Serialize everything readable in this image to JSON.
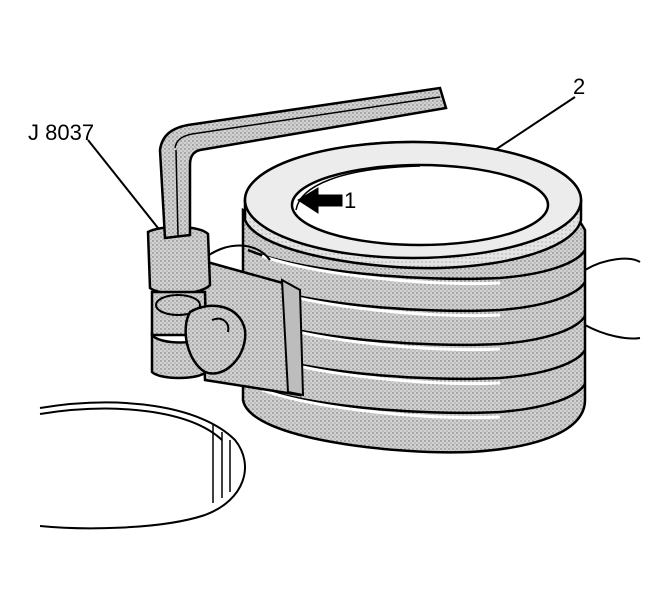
{
  "labels": {
    "tool": "J 8037",
    "callout_1": "1",
    "callout_2": "2"
  },
  "colors": {
    "line": "#000000",
    "shade": "#c9c9c9",
    "background": "#ffffff"
  }
}
